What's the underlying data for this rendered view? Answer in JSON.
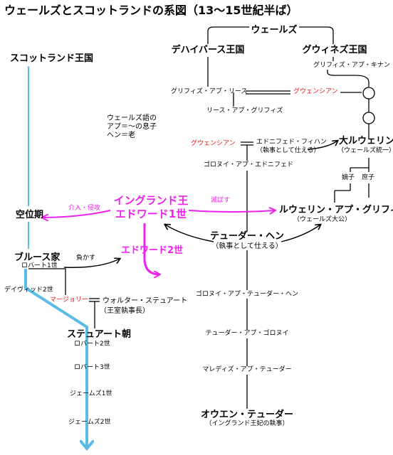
{
  "title": "ウェールズとスコットランドの系図（13～15世紀半ば）",
  "colors": {
    "line": "#000000",
    "scotland": "#5bbde6",
    "red": "#e8161b",
    "magenta": "#ee22ee"
  },
  "legend": {
    "line1": "ウェールズ語の",
    "line2": "アプ＝～の息子",
    "line3": "ヘン＝老"
  },
  "scotland": {
    "kingdom": "スコットランド王国",
    "interregnum": "空位期",
    "bruce_house": "ブルース家",
    "robert1": "ロバート1世",
    "david2": "デイヴィッド2世",
    "marjorie": "マージョリー",
    "walter": "ウォルター・ステュアート",
    "walter_note": "（王室執事長）",
    "stewart": "ステュアート朝",
    "robert2": "ロバート2世",
    "robert3": "ロバート3世",
    "james1": "ジェームズ1世",
    "james2": "ジェームズ2世"
  },
  "england": {
    "edward1_l1": "イングランド王",
    "edward1_l2": "エドワード1世",
    "edward2": "エドワード2世",
    "intervene": "介入・侵攻",
    "destroy": "滅ぼす",
    "defeat": "負かす"
  },
  "wales": {
    "wales": "ウェールズ",
    "deheubarth": "デハイバース王国",
    "gwynedd": "グウィネズ王国",
    "gruffydd_cynan": "グリフィズ・アプ・キナン",
    "gruffydd_rhys": "グリフィズ・アプ・リース",
    "gwenllian1": "グウェンシアン",
    "rhys": "リース・アプ・グリフィズ",
    "gwenllian2": "グウェンシアン",
    "ednyfed": "エドニフェド・フィハン",
    "ednyfed_note": "（執事として仕える）",
    "llywelyn_great": "大ルウェリン",
    "llywelyn_great_note": "（ウェールズ統一）",
    "goronwy1": "ゴロヌイ・アプ・エドニフェド",
    "legit": "嫡子",
    "illegit": "庶子",
    "llywelyn_last": "ルウェリン・アプ・グリフィズ",
    "llywelyn_last_note": "（ウェールズ大公）",
    "tudur": "テューダー・ヘン",
    "tudur_note": "（執事として仕える）",
    "goronwy2": "ゴロヌイ・アプ・テューダー・ヘン",
    "tudur2": "テューダー・アプ・ゴロヌイ",
    "maredudd": "マレディズ・アプ・テューダー",
    "owen": "オウエン・テューダー",
    "owen_note": "（イングランド王妃の執事）"
  }
}
